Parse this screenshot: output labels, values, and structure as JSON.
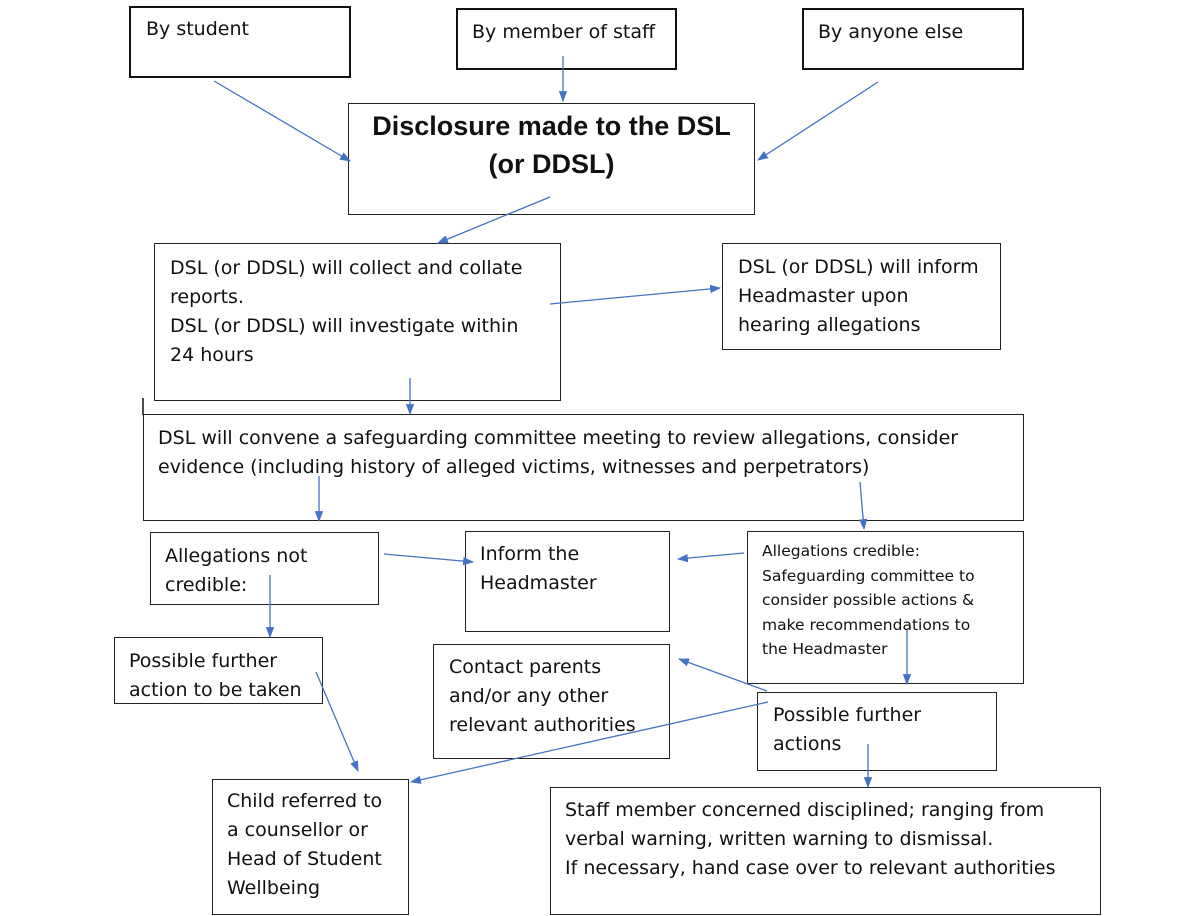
{
  "colors": {
    "arrow": "#4472C4",
    "border": "#111111",
    "text": "#111111",
    "background": "#ffffff"
  },
  "boxes": {
    "by_student": "By student",
    "by_staff": "By member of staff",
    "by_anyone": "By anyone else",
    "disclosure": "Disclosure made to the DSL\n(or DDSL)",
    "collect": "DSL (or DDSL) will collect and collate\nreports.\nDSL (or DDSL) will investigate within\n24 hours",
    "inform_head_upon": "DSL (or DDSL) will inform\nHeadmaster upon\nhearing allegations",
    "committee": "DSL will convene a safeguarding committee meeting to review allegations, consider\nevidence (including history of alleged victims, witnesses and perpetrators)",
    "not_credible": "Allegations not\ncredible:",
    "inform_head": "Inform the\nHeadmaster",
    "credible": "Allegations credible:\nSafeguarding committee to\nconsider possible actions &\nmake recommendations to\nthe Headmaster",
    "possible_further_action": "Possible further\naction to be taken",
    "contact_parents": "Contact parents\nand/or any other\nrelevant authorities",
    "possible_further_actions": "Possible further\nactions",
    "child_referred": "Child referred to\na counsellor or\nHead of Student\nWellbeing",
    "staff_disciplined": "Staff member concerned disciplined; ranging from\nverbal warning, written warning to dismissal.\nIf necessary, hand case over to relevant authorities"
  }
}
